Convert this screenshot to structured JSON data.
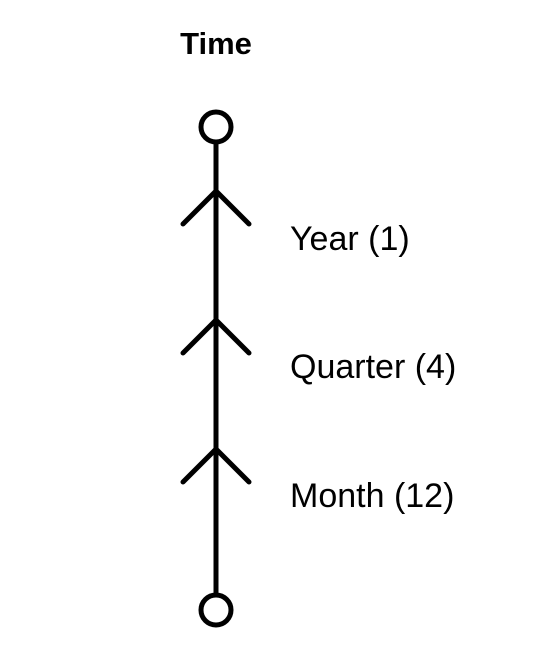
{
  "title": "Time",
  "levels": [
    {
      "label": "Year (1)"
    },
    {
      "label": "Quarter (4)"
    },
    {
      "label": "Month (12)"
    }
  ],
  "colors": {
    "stroke": "#000000",
    "background": "#ffffff"
  }
}
